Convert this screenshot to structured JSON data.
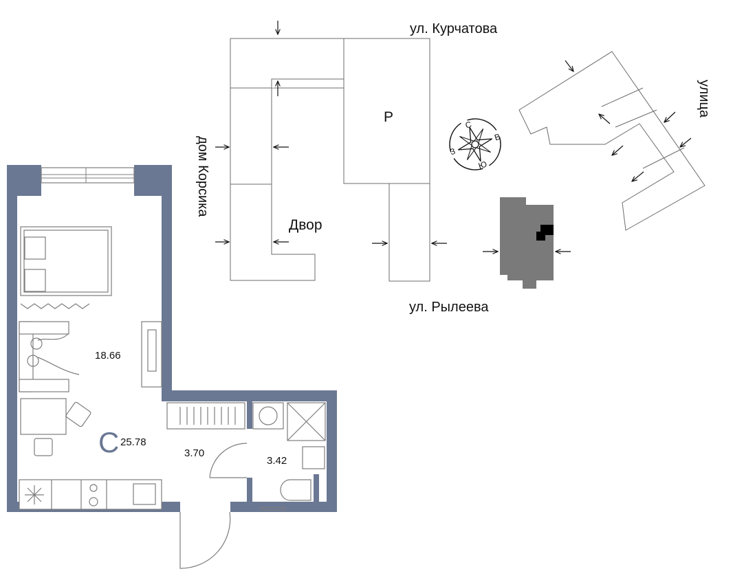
{
  "site_plan": {
    "labels": {
      "street_top": "ул. Курчатова",
      "street_bottom": "ул. Рылеева",
      "street_right": "улица",
      "neighbor_house": "дом Корсика",
      "courtyard": "Двор",
      "parking": "P"
    },
    "compass": {
      "north": "С",
      "east": "В",
      "south": "Ю",
      "west": "З"
    },
    "colors": {
      "highlight_building": "#7a7a7a",
      "unit_marker": "#000000",
      "outline": "#6b6b6b"
    }
  },
  "apartment": {
    "type_letter": "С",
    "total_area": "25.78",
    "rooms": [
      {
        "name": "living-room",
        "area": "18.66"
      },
      {
        "name": "hallway",
        "area": "3.70"
      },
      {
        "name": "bathroom",
        "area": "3.42"
      }
    ],
    "colors": {
      "wall": "#6a7893",
      "accent_letter": "#6a7893",
      "furniture": "#7d7d7d"
    }
  }
}
